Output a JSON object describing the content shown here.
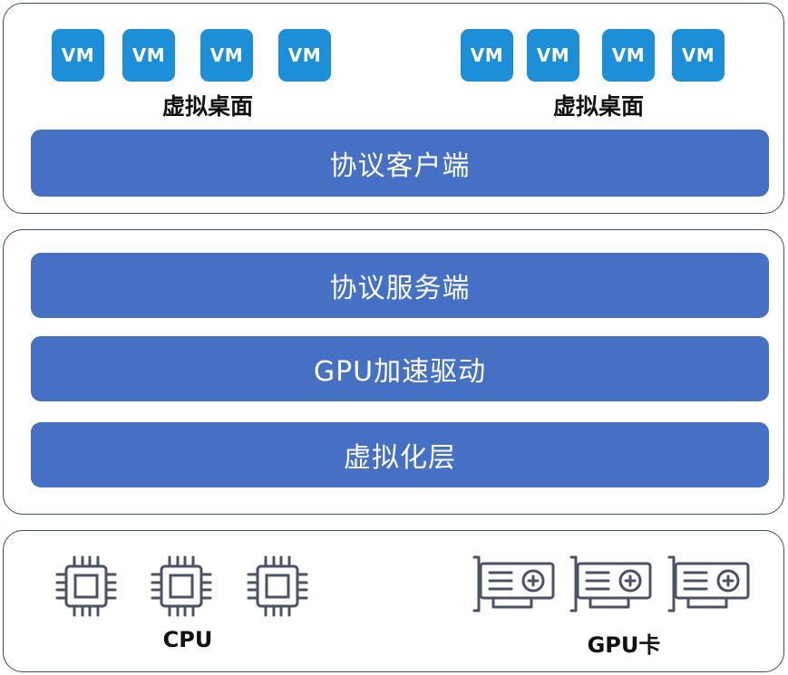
{
  "client_section": {
    "vm_label": "VM",
    "left_group_label": "虚拟桌面",
    "right_group_label": "虚拟桌面",
    "protocol_client": "协议客户端"
  },
  "server_section": {
    "protocol_server": "协议服务端",
    "gpu_driver": "GPU加速驱动",
    "virtualization_layer": "虚拟化层"
  },
  "hardware_section": {
    "cpu_label": "CPU",
    "gpu_label": "GPU卡"
  },
  "colors": {
    "vm_tile": "#1c8fd8",
    "layer_bar": "#4570c4",
    "panel_border": "#3a4e72",
    "icon_stroke": "#4a5266"
  }
}
